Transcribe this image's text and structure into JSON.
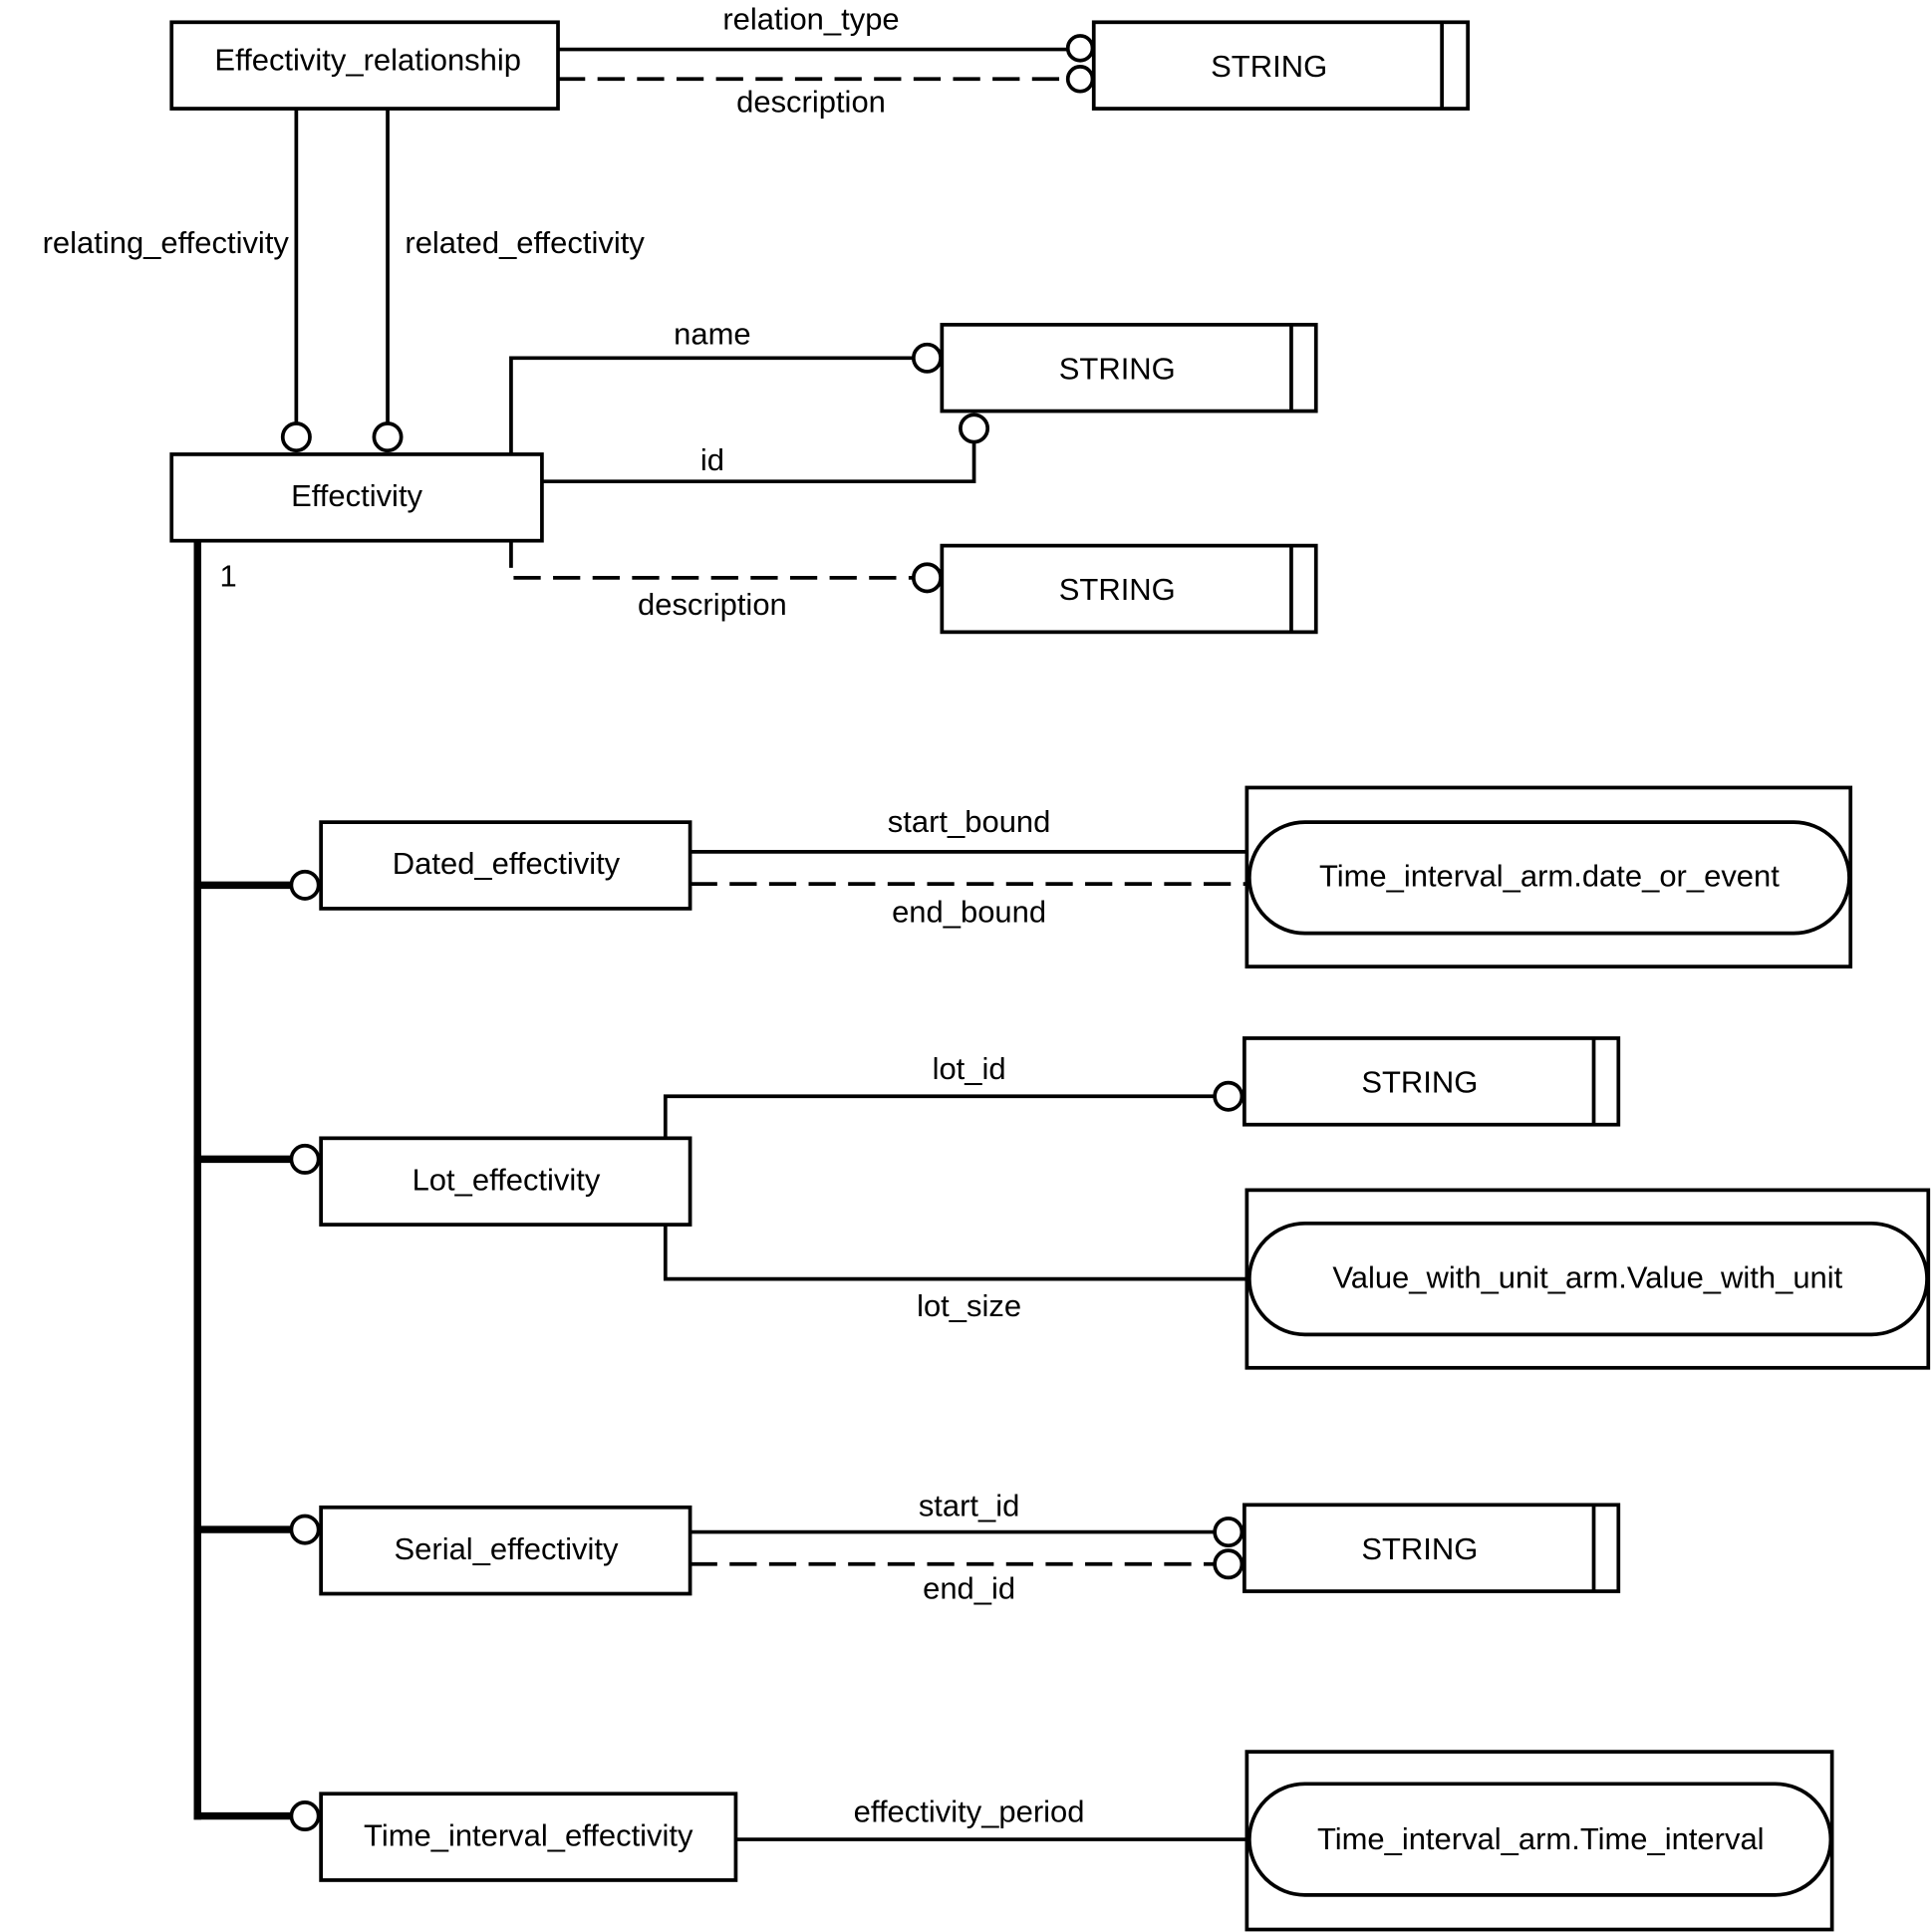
{
  "entities": {
    "effectivity_relationship": "Effectivity_relationship",
    "effectivity": "Effectivity",
    "dated_effectivity": "Dated_effectivity",
    "lot_effectivity": "Lot_effectivity",
    "serial_effectivity": "Serial_effectivity",
    "time_interval_effectivity": "Time_interval_effectivity"
  },
  "types": {
    "string": "STRING",
    "date_or_event": "Time_interval_arm.date_or_event",
    "value_with_unit": "Value_with_unit_arm.Value_with_unit",
    "time_interval": "Time_interval_arm.Time_interval"
  },
  "attributes": {
    "relation_type": "relation_type",
    "er_description": "description",
    "relating_effectivity": "relating_effectivity",
    "related_effectivity": "related_effectivity",
    "name": "name",
    "id": "id",
    "eff_description": "description",
    "start_bound": "start_bound",
    "end_bound": "end_bound",
    "lot_id": "lot_id",
    "lot_size": "lot_size",
    "start_id": "start_id",
    "end_id": "end_id",
    "effectivity_period": "effectivity_period"
  },
  "cardinality": {
    "supertype": "1"
  }
}
